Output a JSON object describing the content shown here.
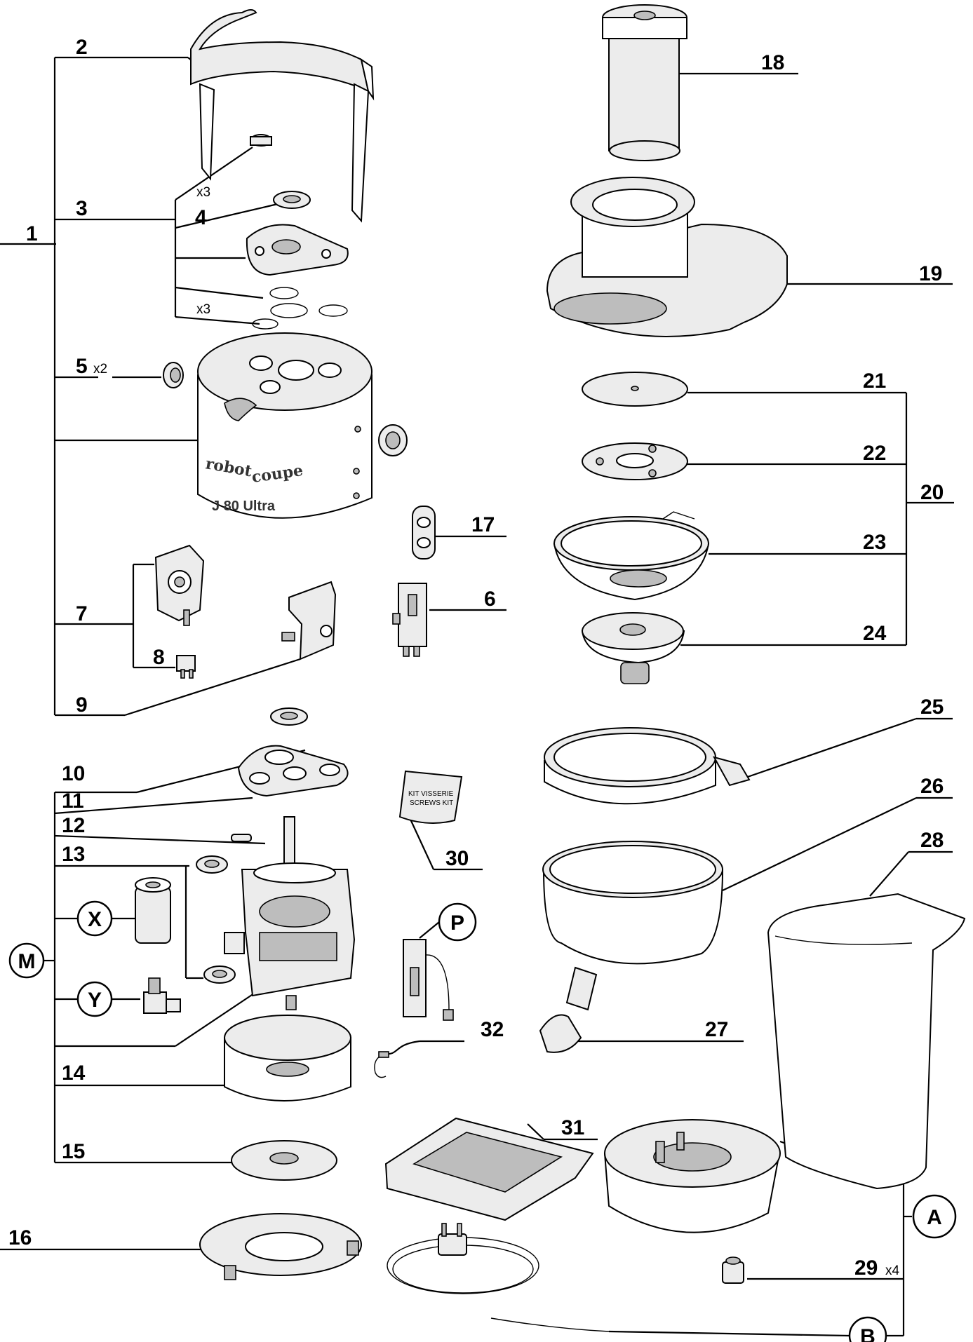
{
  "labels": {
    "p1": "1",
    "p2": "2",
    "p3": "3",
    "p4": "4",
    "p5": "5",
    "p6": "6",
    "p7": "7",
    "p8": "8",
    "p9": "9",
    "p10": "10",
    "p11": "11",
    "p12": "12",
    "p13": "13",
    "p14": "14",
    "p15": "15",
    "p16": "16",
    "p17": "17",
    "p18": "18",
    "p19": "19",
    "p20": "20",
    "p21": "21",
    "p22": "22",
    "p23": "23",
    "p24": "24",
    "p25": "25",
    "p26": "26",
    "p27": "27",
    "p28": "28",
    "p29": "29",
    "p30": "30",
    "p31": "31",
    "p32": "32"
  },
  "quantities": {
    "x3_top": "x3",
    "x3_bottom": "x3",
    "x2": "x2",
    "x4": "x4"
  },
  "circled": {
    "M": "M",
    "X": "X",
    "Y": "Y",
    "P": "P",
    "A": "A",
    "B": "B"
  },
  "printed_text": {
    "brand_robot": "robot",
    "brand_coupe": "coupe",
    "model": "J 80 Ultra",
    "kit_line1": "KIT VISSERIE",
    "kit_line2": "SCREWS KIT"
  }
}
